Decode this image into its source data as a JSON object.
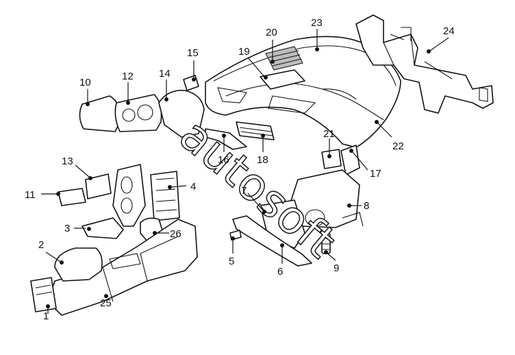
{
  "watermark": "autosoft",
  "callouts": [
    "1",
    "2",
    "3",
    "4",
    "5",
    "6",
    "7",
    "8",
    "9",
    "10",
    "11",
    "12",
    "13",
    "14",
    "15",
    "16",
    "17",
    "18",
    "19",
    "20",
    "21",
    "22",
    "23",
    "24",
    "25",
    "26"
  ]
}
